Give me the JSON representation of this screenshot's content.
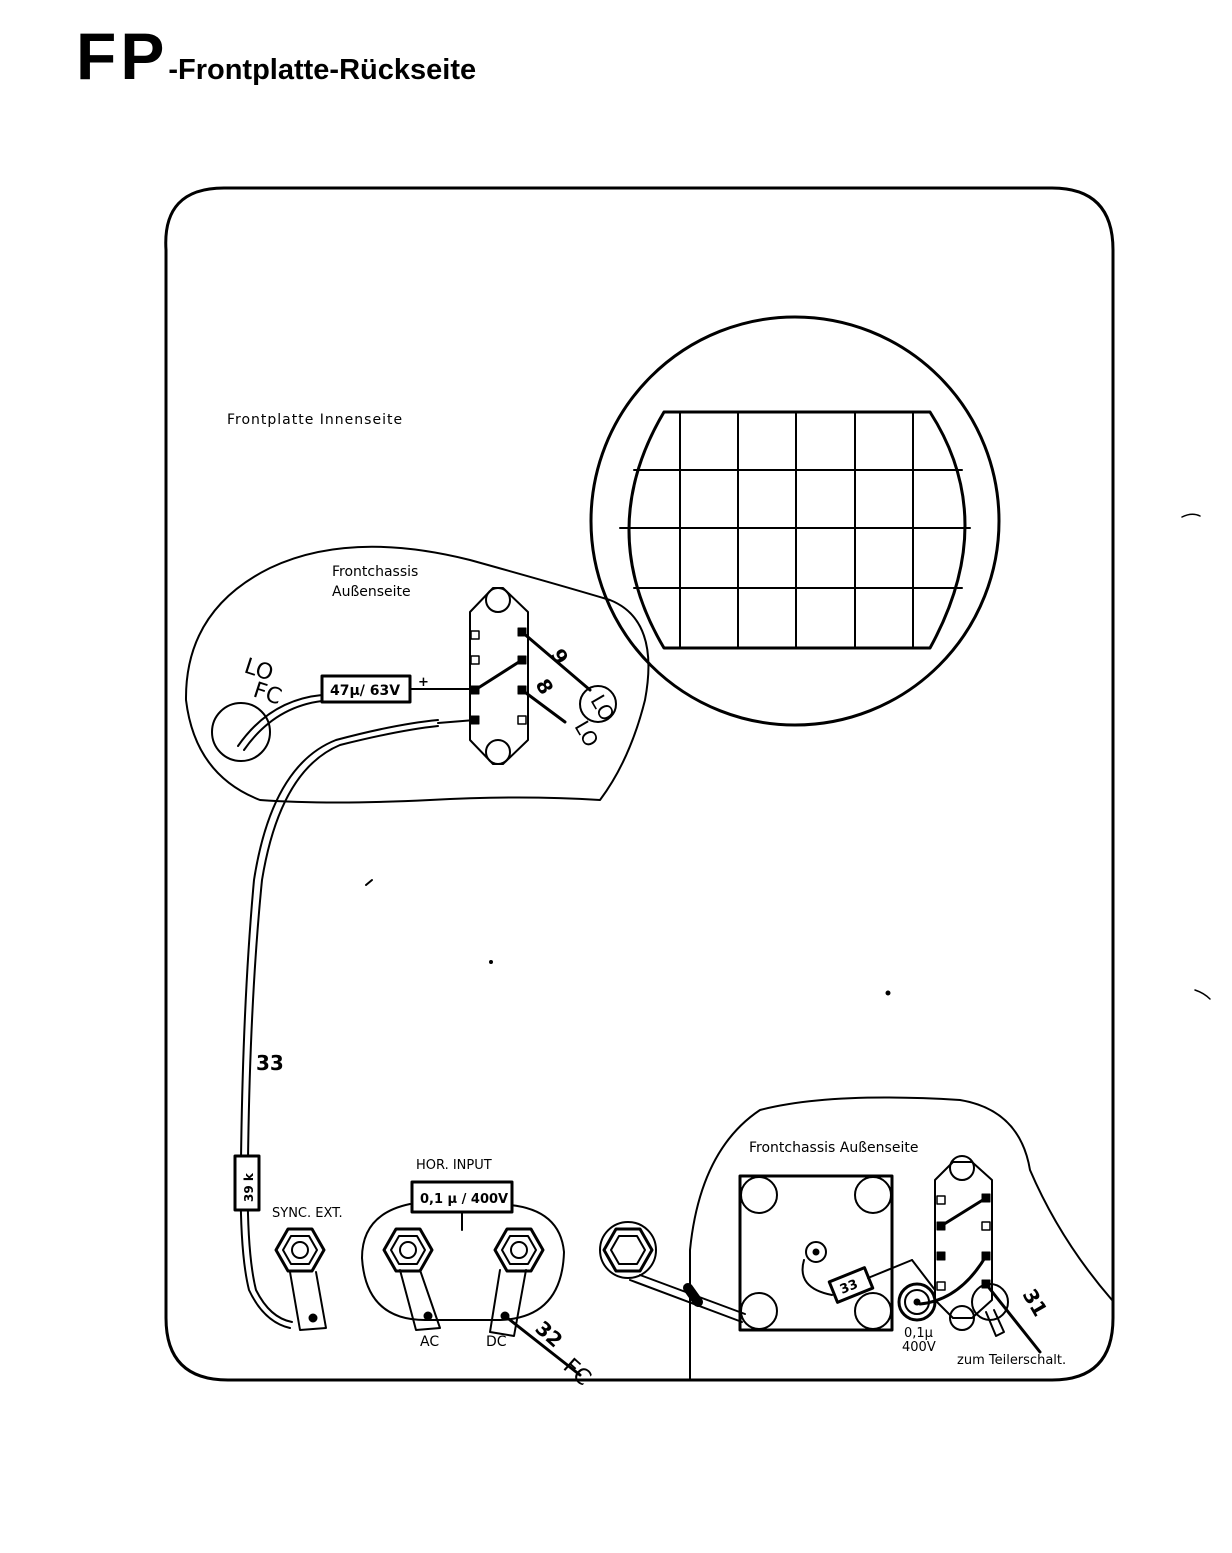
{
  "title": {
    "code": "FP",
    "text": "-Frontplatte-Rückseite"
  },
  "labels": {
    "panel_inner": "Frontplatte  Innenseite",
    "chassis_top_line1": "Frontchassis",
    "chassis_top_line2": "Außenseite",
    "chassis_bottom": "Frontchassis  Außenseite",
    "lo_fc_lo": "LO",
    "lo_fc_fc": "FC",
    "cap_top": "47µ/ 63V",
    "plus": "+",
    "wire_9": "9",
    "wire_8": "8",
    "lo_right_1": "LO",
    "lo_right_2": "LO",
    "wire_33": "33",
    "resistor_39k": "39 k",
    "sync_ext": "SYNC. EXT.",
    "hor_input": "HOR. INPUT",
    "cap_hor": "0,1 µ / 400V",
    "ac": "AC",
    "dc": "DC",
    "wire_32": "32",
    "fc_bottom": "FC",
    "resistor_33": "33",
    "cap_bottom_1": "0,1µ",
    "cap_bottom_2": "400V",
    "wire_31": "31",
    "zum_teiler": "zum  Teilerschalt."
  }
}
